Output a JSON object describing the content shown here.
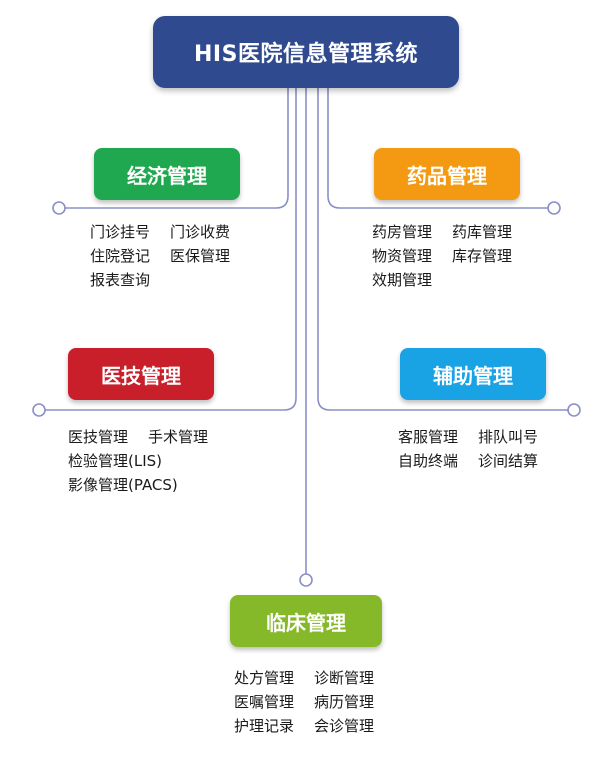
{
  "root": {
    "title": "HIS医院信息管理系统",
    "color": "#2f4a8f"
  },
  "categories": [
    {
      "key": "economy",
      "label": "经济管理",
      "color": "#1fa84f",
      "items": [
        "门诊挂号",
        "门诊收费",
        "住院登记",
        "医保管理",
        "报表查询"
      ]
    },
    {
      "key": "drug",
      "label": "药品管理",
      "color": "#f39a12",
      "items": [
        "药房管理",
        "药库管理",
        "物资管理",
        "库存管理",
        "效期管理"
      ]
    },
    {
      "key": "medtech",
      "label": "医技管理",
      "color": "#c81f2a",
      "items": [
        "医技管理",
        "手术管理",
        "检验管理(LIS)",
        "影像管理(PACS)"
      ]
    },
    {
      "key": "assist",
      "label": "辅助管理",
      "color": "#1aa3e4",
      "items": [
        "客服管理",
        "排队叫号",
        "自助终端",
        "诊间结算"
      ]
    },
    {
      "key": "clinical",
      "label": "临床管理",
      "color": "#86b92a",
      "items": [
        "处方管理",
        "诊断管理",
        "医嘱管理",
        "病历管理",
        "护理记录",
        "会诊管理"
      ]
    }
  ],
  "line_color": "#8a8fc8"
}
